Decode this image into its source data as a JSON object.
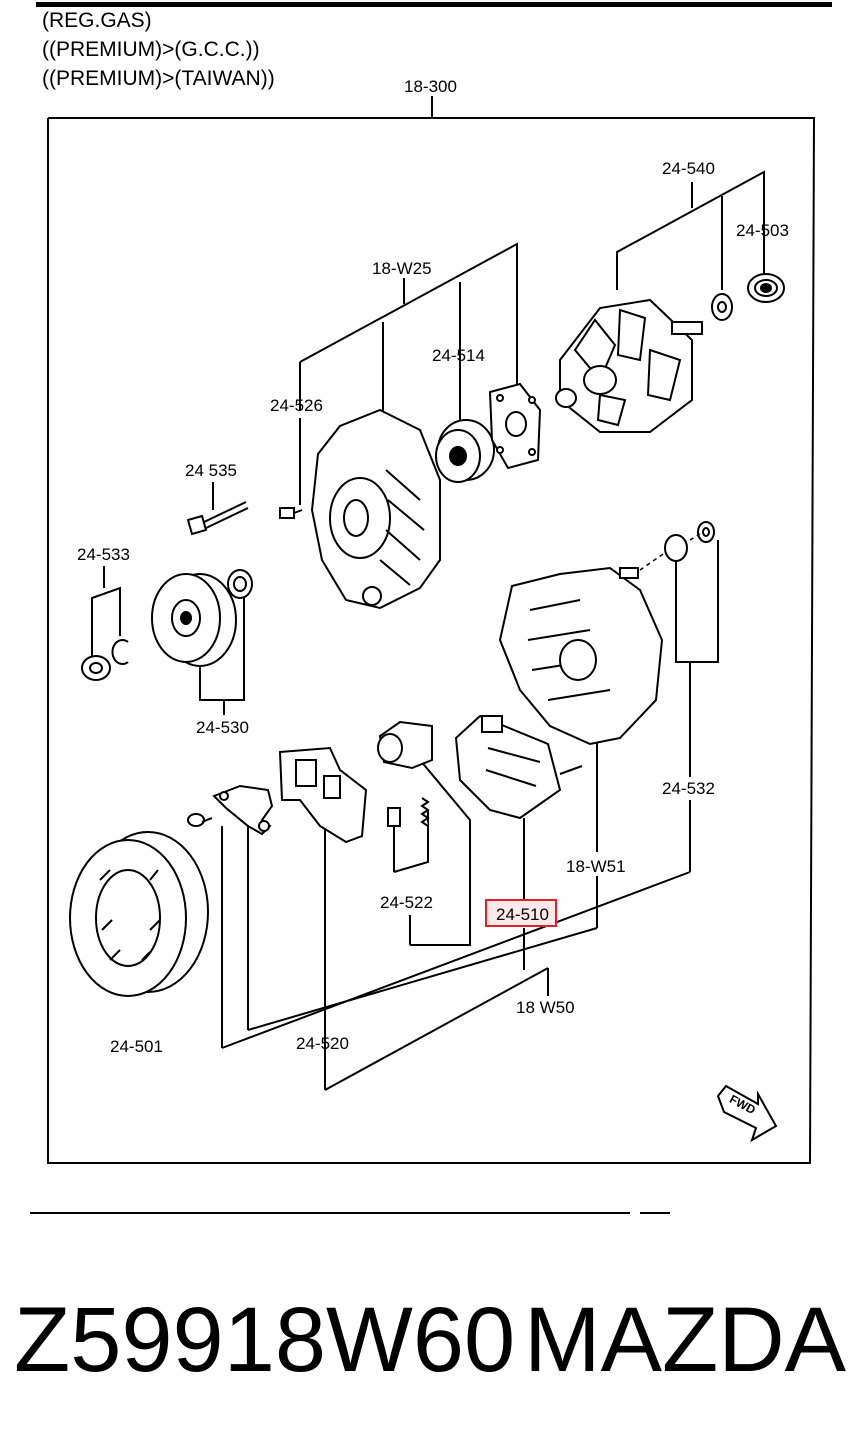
{
  "header": {
    "line1": "(REG.GAS)",
    "line2": "((PREMIUM)>(G.C.C.))",
    "line3": "((PREMIUM)>(TAIWAN))"
  },
  "diagram": {
    "assembly_label": "18-300",
    "labels": {
      "l_24_540": "24-540",
      "l_24_503": "24-503",
      "l_18_W25": "18-W25",
      "l_24_514": "24-514",
      "l_24_526": "24-526",
      "l_24_535": "24 535",
      "l_24_533": "24-533",
      "l_24_530": "24-530",
      "l_24_532": "24-532",
      "l_18_W51": "18-W51",
      "l_24_522": "24-522",
      "l_24_510": "24-510",
      "l_18_W50": "18 W50",
      "l_24_501": "24-501",
      "l_24_520": "24-520",
      "fwd": "FWD"
    },
    "highlight_color": "#e0202a"
  },
  "footer": {
    "part_number": "Z59918W60",
    "brand": "MAZDA"
  }
}
